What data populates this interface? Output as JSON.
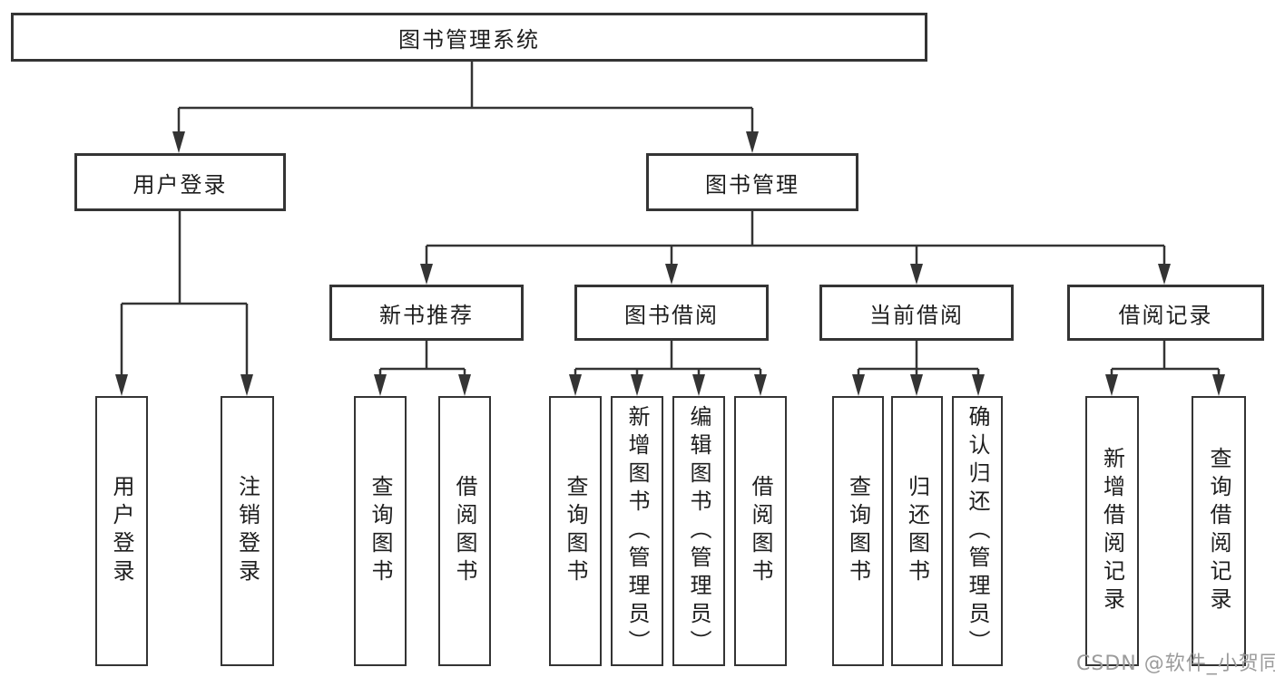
{
  "diagram": {
    "title_node": {
      "label": "图书管理系统"
    },
    "level2": [
      {
        "label": "用户登录"
      },
      {
        "label": "图书管理"
      }
    ],
    "level3": [
      {
        "label": "新书推荐"
      },
      {
        "label": "图书借阅"
      },
      {
        "label": "当前借阅"
      },
      {
        "label": "借阅记录"
      }
    ],
    "leaves": {
      "user_login": [
        {
          "label": "用户登录"
        },
        {
          "label": "注销登录"
        }
      ],
      "new_book": [
        {
          "label": "查询图书"
        },
        {
          "label": "借阅图书"
        }
      ],
      "book_borrow": [
        {
          "label": "查询图书"
        },
        {
          "label": "新增图书（管理员）"
        },
        {
          "label": "编辑图书（管理员）"
        },
        {
          "label": "借阅图书"
        }
      ],
      "current_borrow": [
        {
          "label": "查询图书"
        },
        {
          "label": "归还图书"
        },
        {
          "label": "确认归还（管理员）"
        }
      ],
      "borrow_record": [
        {
          "label": "新增借阅记录"
        },
        {
          "label": "查询借阅记录"
        }
      ]
    },
    "watermark": "CSDN @软件_小贺同学",
    "colors": {
      "line": "#343434",
      "text": "#1e1e1e",
      "watermark": "#9b9b9b",
      "background": "#ffffff"
    }
  }
}
